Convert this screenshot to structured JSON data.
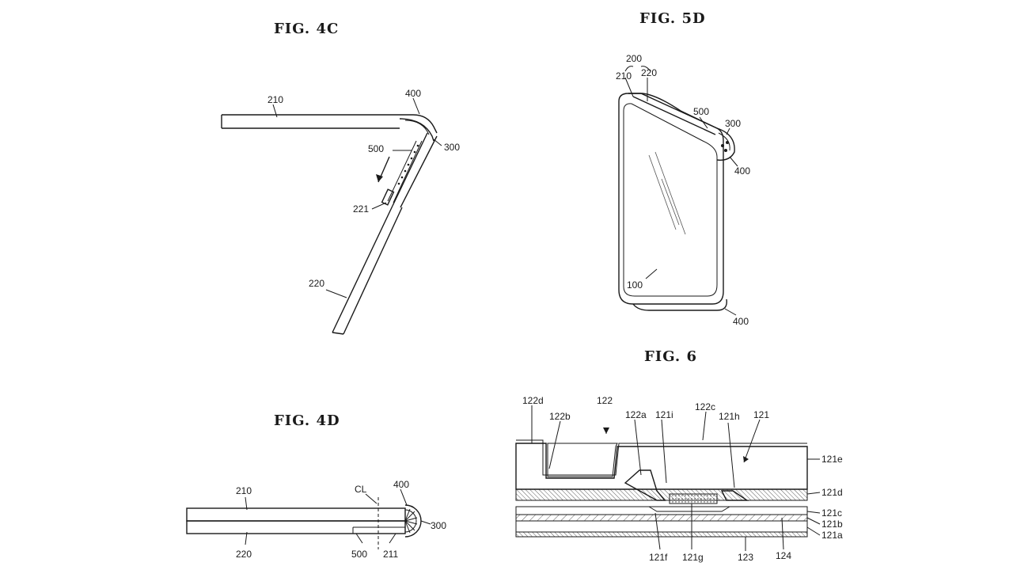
{
  "figures": {
    "fig4c": {
      "title": "FIG. 4C",
      "labels": {
        "a": "210",
        "b": "400",
        "c": "300",
        "d": "500",
        "e": "221",
        "f": "220"
      }
    },
    "fig5d": {
      "title": "FIG. 5D",
      "labels": {
        "a": "200",
        "b": "210",
        "c": "220",
        "d": "500",
        "e": "300",
        "f": "400",
        "g": "100",
        "h": "400"
      }
    },
    "fig4d": {
      "title": "FIG. 4D",
      "labels": {
        "a": "210",
        "b": "CL",
        "c": "400",
        "d": "300",
        "e": "220",
        "f": "500",
        "g": "211"
      }
    },
    "fig6": {
      "title": "FIG. 6",
      "labels": {
        "a": "122d",
        "b": "122",
        "c": "122b",
        "d": "122a",
        "e": "121i",
        "f": "122c",
        "g": "121h",
        "h": "121",
        "i": "121e",
        "j": "121d",
        "k": "121c",
        "l": "121b",
        "m": "121a",
        "n": "121f",
        "o": "121g",
        "p": "123",
        "q": "124"
      }
    }
  }
}
